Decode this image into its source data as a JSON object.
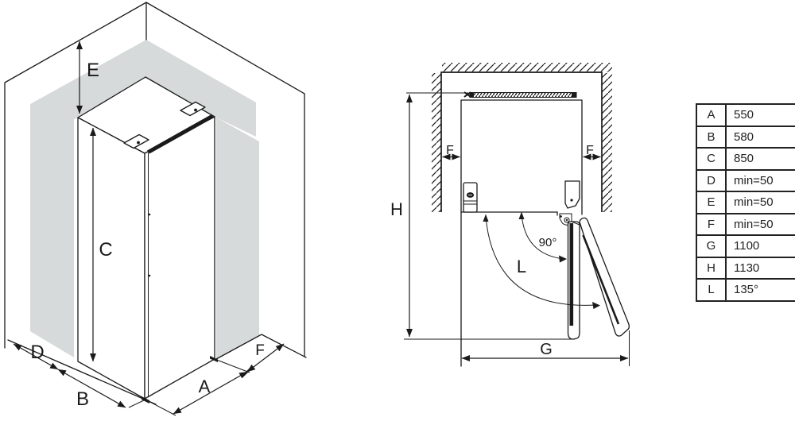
{
  "iso_view": {
    "labels": {
      "top_clearance": "E",
      "height": "C",
      "rear_clearance": "D",
      "depth": "B",
      "width": "A",
      "side_clearance": "F"
    }
  },
  "top_view": {
    "labels": {
      "total_depth": "H",
      "left_side_clearance": "F",
      "right_side_clearance": "F",
      "door_angle_90": "90°",
      "door_angle_open": "L",
      "total_width": "G"
    }
  },
  "dimensions_table": {
    "rows": [
      {
        "key": "A",
        "value": "550"
      },
      {
        "key": "B",
        "value": "580"
      },
      {
        "key": "C",
        "value": "850"
      },
      {
        "key": "D",
        "value": "min=50"
      },
      {
        "key": "E",
        "value": "min=50"
      },
      {
        "key": "F",
        "value": "min=50"
      },
      {
        "key": "G",
        "value": "1100"
      },
      {
        "key": "H",
        "value": "1130"
      },
      {
        "key": "L",
        "value": "135°"
      }
    ]
  },
  "colors": {
    "line": "#1a1a1a",
    "clearance_zone": "#d7dada",
    "background": "#ffffff"
  }
}
